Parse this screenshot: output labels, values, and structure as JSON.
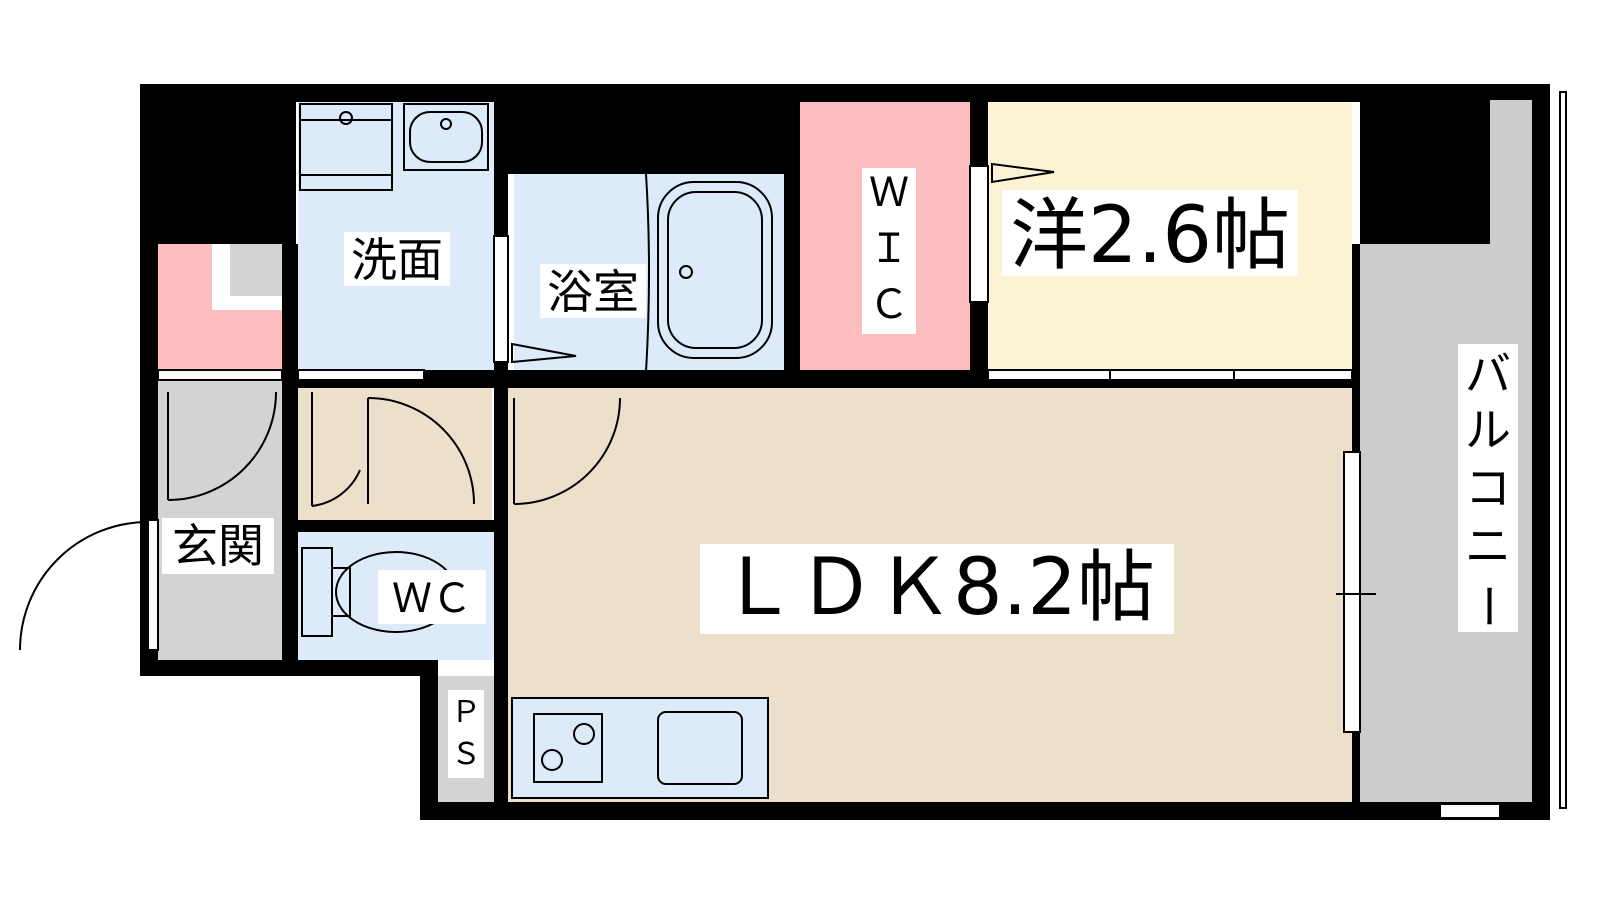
{
  "floorplan": {
    "rooms": {
      "ldk": "ＬＤＫ8.2帖",
      "western": "洋2.6帖",
      "wic_w": "Ｗ",
      "wic_i": "Ｉ",
      "wic_c": "Ｃ",
      "washroom": "洗面",
      "bath": "浴室",
      "entrance": "玄関",
      "toilet": "ＷＣ",
      "ps_p": "Ｐ",
      "ps_s": "Ｓ",
      "balcony_1": "バ",
      "balcony_2": "ル",
      "balcony_3": "コ",
      "balcony_4": "ニ",
      "balcony_5": "ー"
    },
    "colors": {
      "wall": "#000000",
      "ldk": "#ede0ca",
      "western": "#fcf3d5",
      "wic": "#fbbdbd",
      "wet_area": "#ddeaf9",
      "entrance": "#d3d3d3",
      "balcony": "#cccccc",
      "hallway": "#ede0ca",
      "shoe_box": "#fbbdbd"
    }
  }
}
